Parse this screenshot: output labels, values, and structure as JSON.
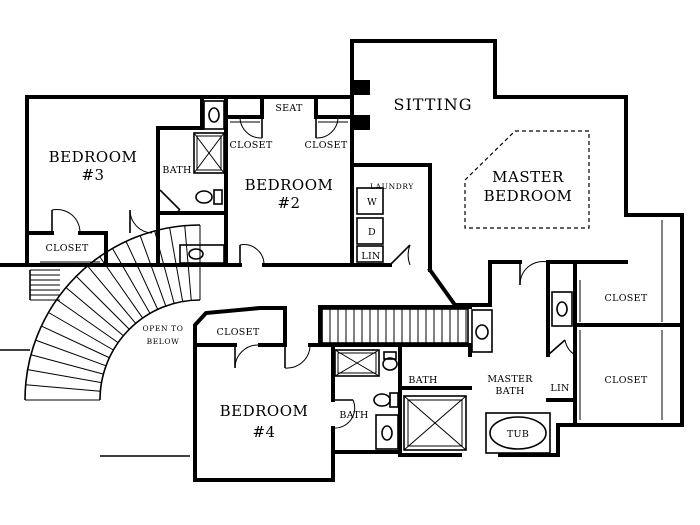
{
  "rooms": {
    "bedroom3_line1": "BEDROOM",
    "bedroom3_line2": "#3",
    "bedroom2_line1": "BEDROOM",
    "bedroom2_line2": "#2",
    "bedroom4_line1": "BEDROOM",
    "bedroom4_line2": "#4",
    "master_line1": "MASTER",
    "master_line2": "BEDROOM",
    "sitting": "SITTING",
    "master_bath_line1": "MASTER",
    "master_bath_line2": "BATH",
    "open_line1": "OPEN TO",
    "open_line2": "BELOW"
  },
  "small_labels": {
    "seat": "SEAT",
    "closet": "CLOSET",
    "bath": "BATH",
    "laundry": "LAUNDRY",
    "washer": "W",
    "dryer": "D",
    "lin": "LIN",
    "tub": "TUB"
  }
}
